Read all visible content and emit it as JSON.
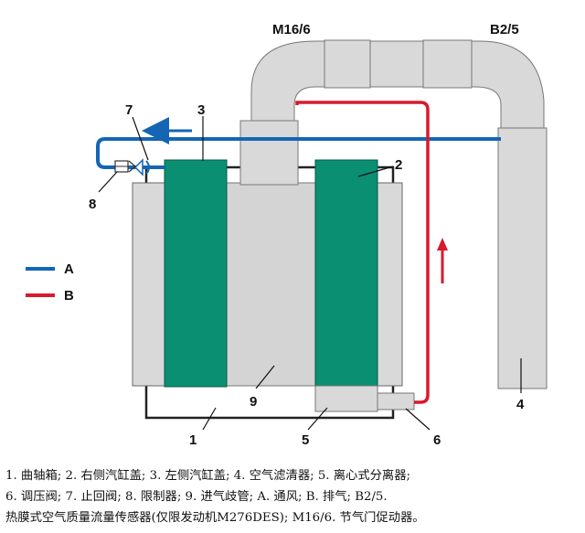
{
  "labels": {
    "n1": "1",
    "n2": "2",
    "n3": "3",
    "n4": "4",
    "n5": "5",
    "n6": "6",
    "n7": "7",
    "n8": "8",
    "n9": "9",
    "m16": "M16/6",
    "b25": "B2/5"
  },
  "legend": {
    "a_label": "A",
    "b_label": "B",
    "a_color": "#1565b5",
    "b_color": "#d71a2e"
  },
  "colors": {
    "cover_green": "#0a8f72",
    "part_gray": "#d9d9d9",
    "outline": "#222222"
  },
  "caption": {
    "line1": "1. 曲轴箱; 2. 右侧汽缸盖; 3. 左侧汽缸盖; 4. 空气滤清器; 5. 离心式分离器;",
    "line2": "6. 调压阀; 7. 止回阀; 8. 限制器; 9. 进气歧管; A. 通风; B. 排气; B2/5.",
    "line3": "热膜式空气质量流量传感器(仅限发动机M276DES); M16/6. 节气门促动器。"
  }
}
